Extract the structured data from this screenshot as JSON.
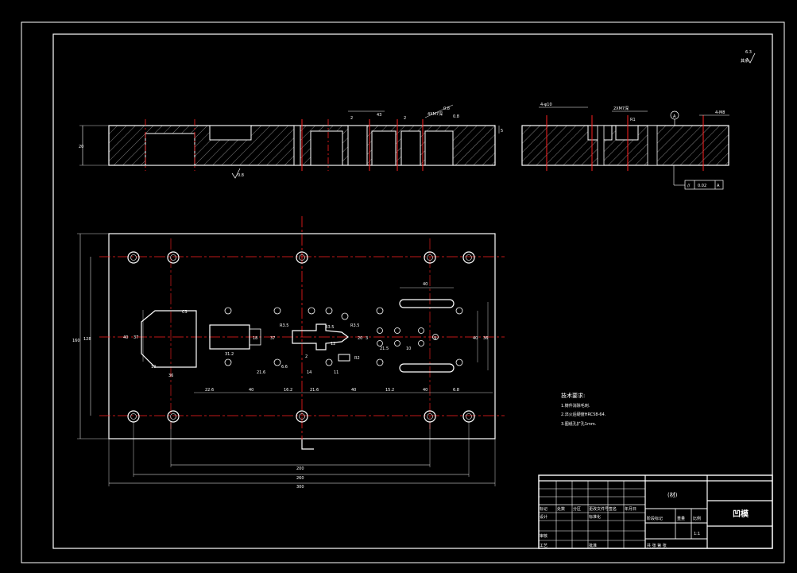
{
  "drawing": {
    "roughness_corner": "6.3",
    "roughness_corner_prefix": "其余",
    "top_view": {
      "height_dim": "20",
      "roughness_bottom": "0.8",
      "roughness_top": "0.8",
      "dim_a": "43",
      "dim_b": "0.8",
      "dim_c": "0.8",
      "dim_d": "2",
      "dim_e": "2",
      "dim_f": "4XM7深",
      "dim_g": "5"
    },
    "side_view": {
      "dim_holes": "4-φ10",
      "dim_mid": "2XM7深",
      "dim_r": "R1",
      "datum": "A",
      "tol_symbol": "//",
      "tol_value": "0.02",
      "tol_datum": "A",
      "dim_right": "4-M8"
    },
    "plan_view": {
      "dims": {
        "d300": "300",
        "d260": "260",
        "d200": "200",
        "d160": "160",
        "d128": "128",
        "d40_left": "40",
        "d37": "37",
        "d10": "10",
        "d36": "36",
        "d31_2": "31.2",
        "d18": "18",
        "d21_6": "21.6",
        "d16_2a": "16.2",
        "d21_6b": "21.6",
        "d40a": "40",
        "d40b": "40",
        "d40c": "40",
        "d40d": "40",
        "d22_6": "22.6",
        "d6_6": "6.6",
        "d14": "14",
        "d11": "11",
        "d15_2": "15.2",
        "d6_8": "6.8",
        "d21_5": "21.5",
        "d10b": "10",
        "d9": "9",
        "d3": "3",
        "d36b": "36",
        "d40_right": "40",
        "d37b": "37",
        "d12": "12",
        "r3_5a": "R3.5",
        "r3_5b": "R3.5",
        "r3_5c": "R3.5",
        "r2": "R2",
        "d2": "2",
        "d20": "20",
        "c3": "C3"
      }
    },
    "notes": {
      "title": "技术要求:",
      "items": [
        "1.铸件消除毛刺.",
        "2.淬火后硬度HRC58-64.",
        "3.图纸孔扩孔1mm."
      ]
    },
    "title_block": {
      "part_name": "凹模",
      "code": "(材)",
      "row1": [
        "标记",
        "处数",
        "分区",
        "更改文件号",
        "签名",
        "年月日"
      ],
      "row2": [
        "设计",
        "",
        "标准化",
        "",
        "阶段标记",
        "重量",
        "比例"
      ],
      "row3": [
        "审核",
        ""
      ],
      "row4": [
        "工艺",
        "",
        "批准",
        "",
        "共 张  第 张"
      ],
      "scale": "1:1"
    }
  }
}
